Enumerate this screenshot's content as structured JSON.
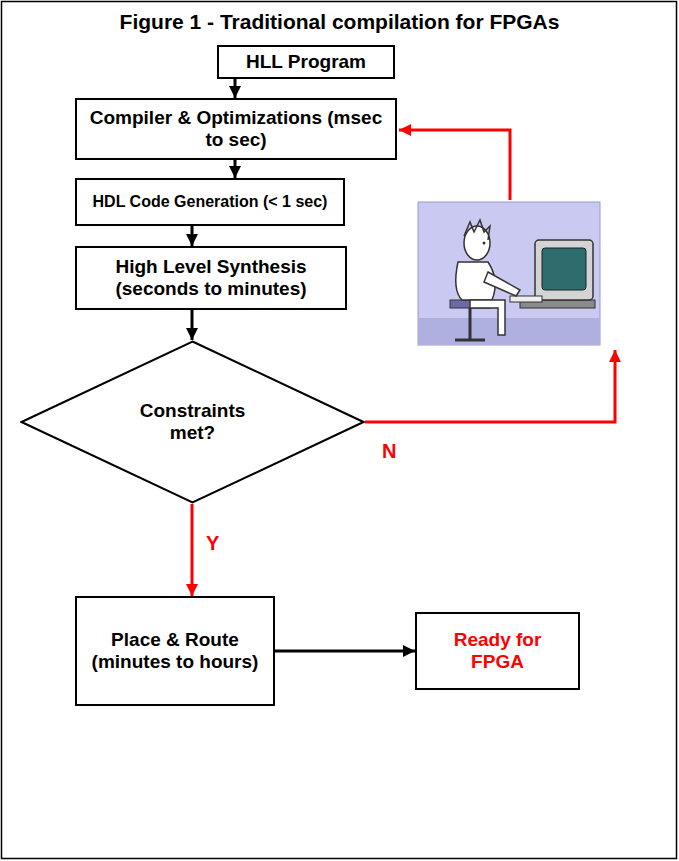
{
  "diagram": {
    "title": "Figure 1 - Traditional compilation for FPGAs",
    "nodes": [
      {
        "text": [
          "HLL Program"
        ]
      },
      {
        "text": [
          "Compiler & Optimizations (msec to sec)"
        ]
      },
      {
        "text": [
          "HDL Code Generation (< 1 sec)"
        ]
      },
      {
        "text": [
          "High Level Synthesis (seconds to minutes)"
        ]
      },
      {
        "text": [
          "Constraints met?"
        ]
      },
      {
        "text": [
          "Place & Route (minutes to hours)"
        ]
      },
      {
        "text": [
          "Ready for FPGA"
        ]
      }
    ],
    "edges": [
      {
        "from": 0,
        "to": 1,
        "arrow": "to"
      },
      {
        "from": 1,
        "to": 2,
        "arrow": "to"
      },
      {
        "from": 2,
        "to": 3,
        "arrow": "to"
      },
      {
        "from": 3,
        "to": 4,
        "arrow": "to"
      },
      {
        "from": 4,
        "to": 5,
        "label": "Y",
        "arrow": "to"
      },
      {
        "from": 5,
        "to": 6,
        "arrow": "to"
      }
    ],
    "labels": [
      "N"
    ]
  }
}
